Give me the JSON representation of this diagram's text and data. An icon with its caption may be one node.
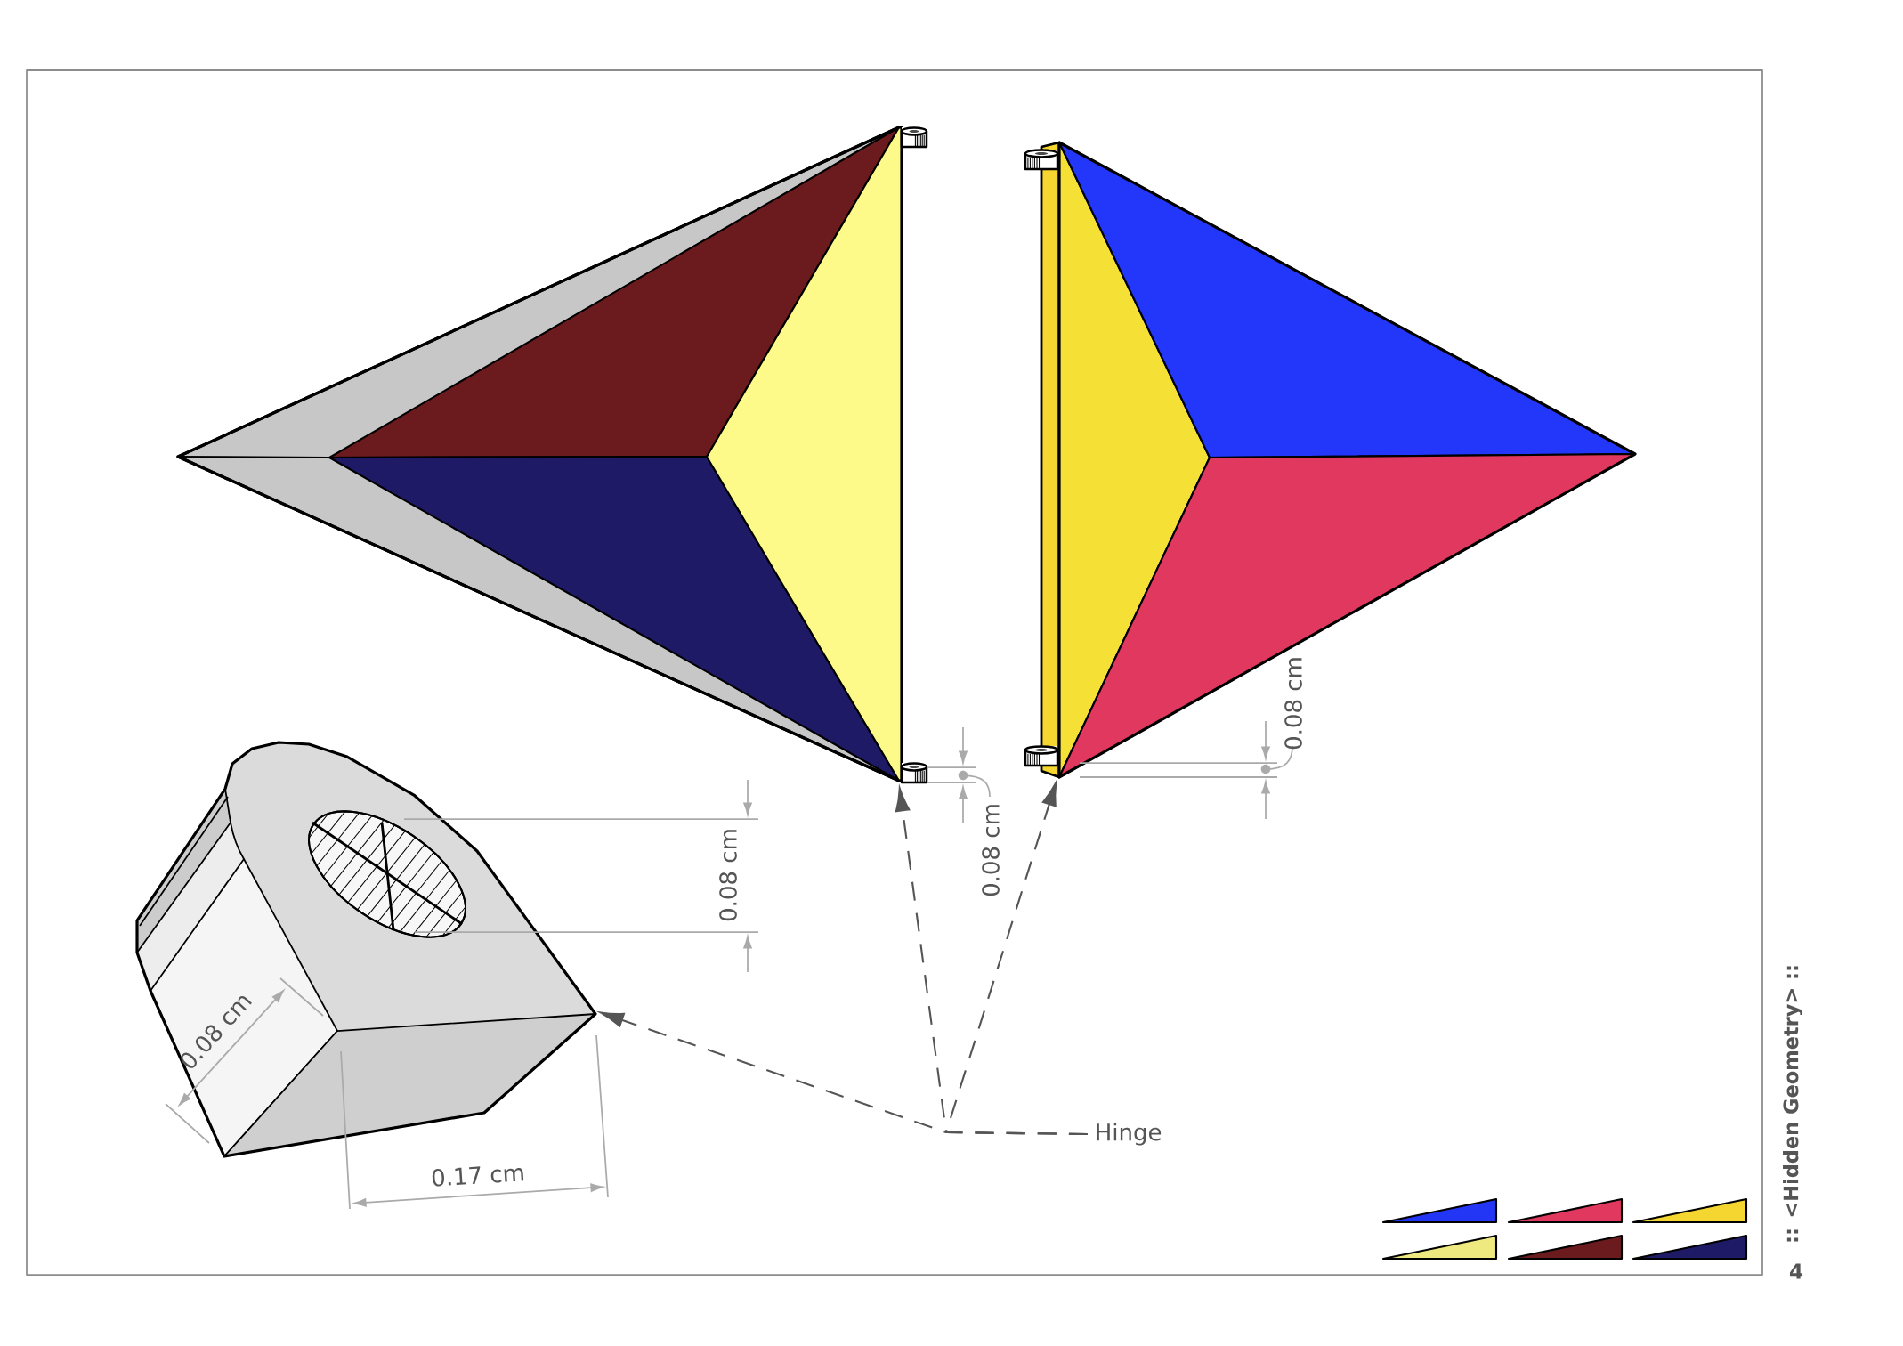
{
  "diagram": {
    "nodes": [
      {
        "text": [
          "Hinge"
        ]
      },
      {
        "text": [],
        "shape": "picture"
      }
    ],
    "edges": [
      {
        "from": 0,
        "to": null,
        "arrow": "to",
        "style": "dashed"
      },
      {
        "from": 0,
        "to": null,
        "arrow": "to",
        "style": "dashed"
      },
      {
        "from": 0,
        "to": 1,
        "arrow": "to",
        "style": "dashed"
      }
    ],
    "labels": [
      "0.08 cm",
      "0.08 cm",
      "0.08 cm",
      "0.08 cm",
      "0.17 cm",
      ":: <Hidden Geometry> ::",
      "4"
    ]
  }
}
